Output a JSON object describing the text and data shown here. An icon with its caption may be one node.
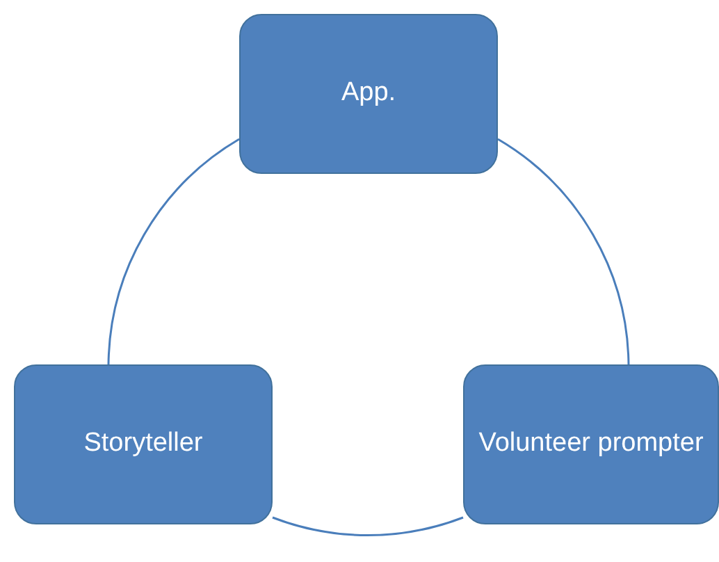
{
  "diagram": {
    "nodes": [
      {
        "text": [
          "App."
        ]
      },
      {
        "text": [
          "Storyteller"
        ]
      },
      {
        "text": [
          "Volunteer prompter"
        ]
      }
    ],
    "edges": [
      {
        "from": 0,
        "to": 1,
        "arrow": "none"
      },
      {
        "from": 0,
        "to": 2,
        "arrow": "none"
      },
      {
        "from": 1,
        "to": 2,
        "arrow": "none"
      }
    ]
  }
}
